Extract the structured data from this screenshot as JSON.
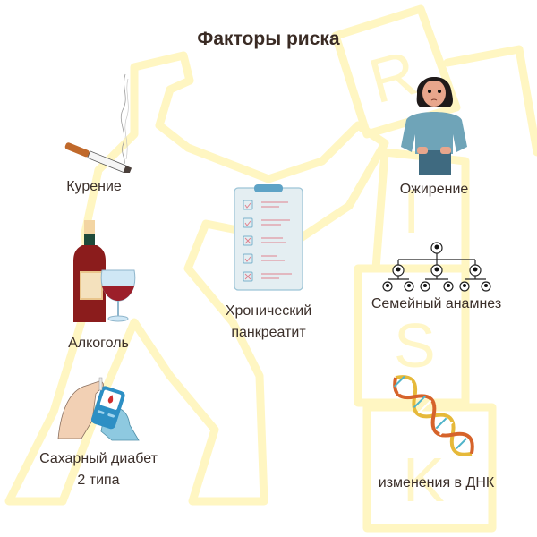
{
  "title": "Факторы риска",
  "colors": {
    "title": "#3a2b24",
    "label": "#3b2f2a",
    "watermark": "#fff6c2",
    "accent_blue": "#5b8fa8",
    "accent_red": "#8b1c1c"
  },
  "watermark_letters": [
    "R",
    "I",
    "S",
    "K"
  ],
  "factors": [
    {
      "id": "smoking",
      "label": "Курение",
      "icon": "cigarette-icon"
    },
    {
      "id": "obesity",
      "label": "Ожирение",
      "icon": "overweight-person-icon"
    },
    {
      "id": "pancreatitis",
      "label_line1": "Хронический",
      "label_line2": "панкреатит",
      "icon": "clipboard-checklist-icon",
      "checklist": [
        {
          "num": "1",
          "state": "check"
        },
        {
          "num": "2",
          "state": "check"
        },
        {
          "num": "3",
          "state": "cross"
        },
        {
          "num": "4",
          "state": "check"
        },
        {
          "num": "5",
          "state": "cross"
        }
      ]
    },
    {
      "id": "alcohol",
      "label": "Алкоголь",
      "icon": "wine-bottle-glass-icon"
    },
    {
      "id": "family",
      "label": "Семейный анамнез",
      "icon": "family-tree-icon"
    },
    {
      "id": "diabetes",
      "label_line1": "Сахарный диабет",
      "label_line2": "2 типа",
      "icon": "glucometer-icon"
    },
    {
      "id": "dna",
      "label": "изменения в ДНК",
      "icon": "dna-helix-icon"
    }
  ]
}
